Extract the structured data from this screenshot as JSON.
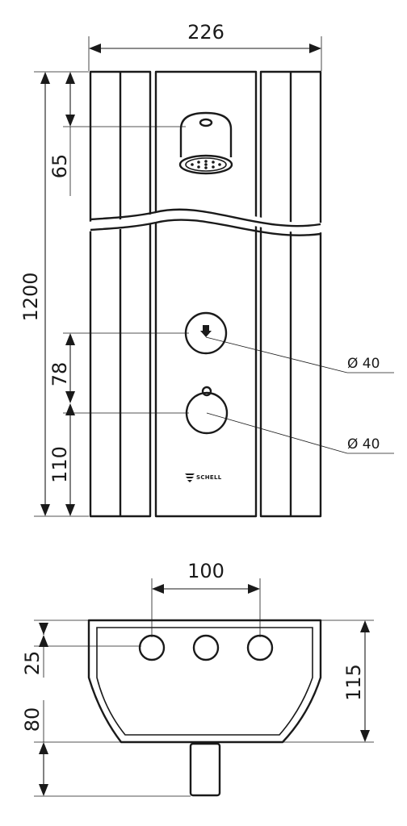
{
  "front_view": {
    "width_label": "226",
    "height_label": "1200",
    "shower_head_offset_label": "65",
    "control_spacing_label": "78",
    "control_bottom_label": "110",
    "upper_control_diameter_label": "Ø 40",
    "lower_control_diameter_label": "Ø 40",
    "brand_label": "SCHELL"
  },
  "bottom_view": {
    "hole_spacing_label": "100",
    "hole_offset_label": "25",
    "depth_label": "115",
    "pipe_length_label": "80"
  }
}
